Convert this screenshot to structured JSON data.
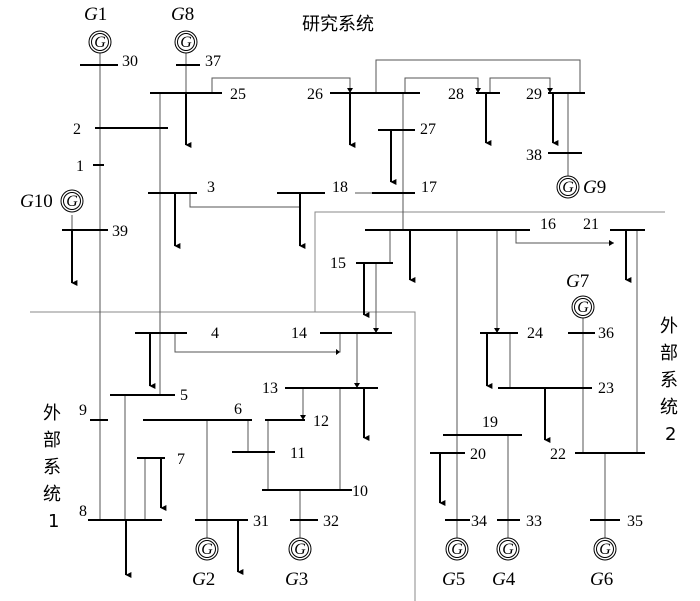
{
  "title": "研究系统",
  "regions": {
    "ext1": [
      "外",
      "部",
      "系",
      "统",
      "1"
    ],
    "ext2": [
      "外",
      "部",
      "系",
      "统",
      "2"
    ]
  },
  "buses": [
    "1",
    "2",
    "3",
    "4",
    "5",
    "6",
    "7",
    "8",
    "9",
    "10",
    "11",
    "12",
    "13",
    "14",
    "15",
    "16",
    "17",
    "18",
    "19",
    "20",
    "21",
    "22",
    "23",
    "24",
    "25",
    "26",
    "27",
    "28",
    "29",
    "30",
    "31",
    "32",
    "33",
    "34",
    "35",
    "36",
    "37",
    "38",
    "39"
  ],
  "generators": [
    {
      "letter": "G",
      "num": "1",
      "bus": "30"
    },
    {
      "letter": "G",
      "num": "2",
      "bus": "31"
    },
    {
      "letter": "G",
      "num": "3",
      "bus": "32"
    },
    {
      "letter": "G",
      "num": "4",
      "bus": "33"
    },
    {
      "letter": "G",
      "num": "5",
      "bus": "34"
    },
    {
      "letter": "G",
      "num": "6",
      "bus": "35"
    },
    {
      "letter": "G",
      "num": "7",
      "bus": "36"
    },
    {
      "letter": "G",
      "num": "8",
      "bus": "37"
    },
    {
      "letter": "G",
      "num": "9",
      "bus": "38"
    },
    {
      "letter": "G",
      "num": "10",
      "bus": "39"
    }
  ],
  "generator_symbol": "G"
}
